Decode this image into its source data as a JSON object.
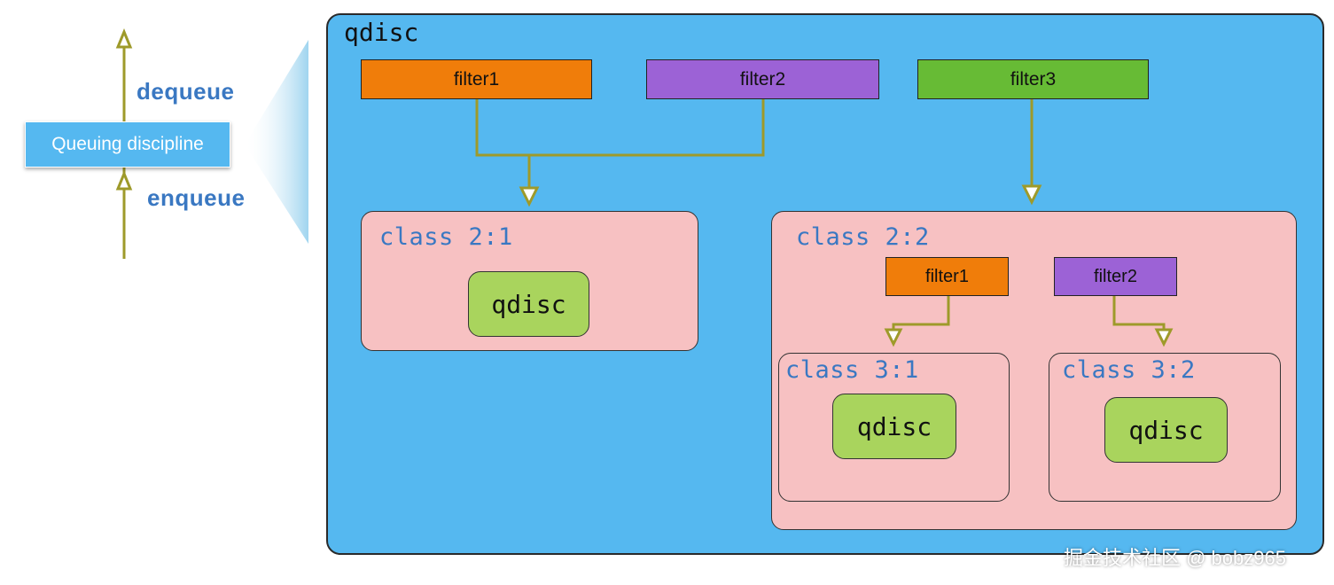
{
  "colors": {
    "outer_fill": "#55b8f0",
    "class_fill": "#f7c1c2",
    "qdisc_fill": "#a9d45d",
    "filter_orange": "#f07d0a",
    "filter_purple": "#9c62d6",
    "filter_green": "#67bb35",
    "arrow": "#9e9a2a",
    "label_blue": "#3a78c2",
    "qbox_fill": "#55b8f0"
  },
  "left_panel": {
    "dequeue_label": "dequeue",
    "enqueue_label": "enqueue",
    "queuing_box_label": "Queuing discipline"
  },
  "root_qdisc": {
    "title": "qdisc",
    "filters": [
      "filter1",
      "filter2",
      "filter3"
    ],
    "class_2_1": {
      "label": "class 2:1",
      "qdisc_label": "qdisc"
    },
    "class_2_2": {
      "label": "class 2:2",
      "filters": [
        "filter1",
        "filter2"
      ],
      "class_3_1": {
        "label": "class 3:1",
        "qdisc_label": "qdisc"
      },
      "class_3_2": {
        "label": "class 3:2",
        "qdisc_label": "qdisc"
      }
    }
  },
  "watermark": "掘金技术社区 @ bobz965"
}
